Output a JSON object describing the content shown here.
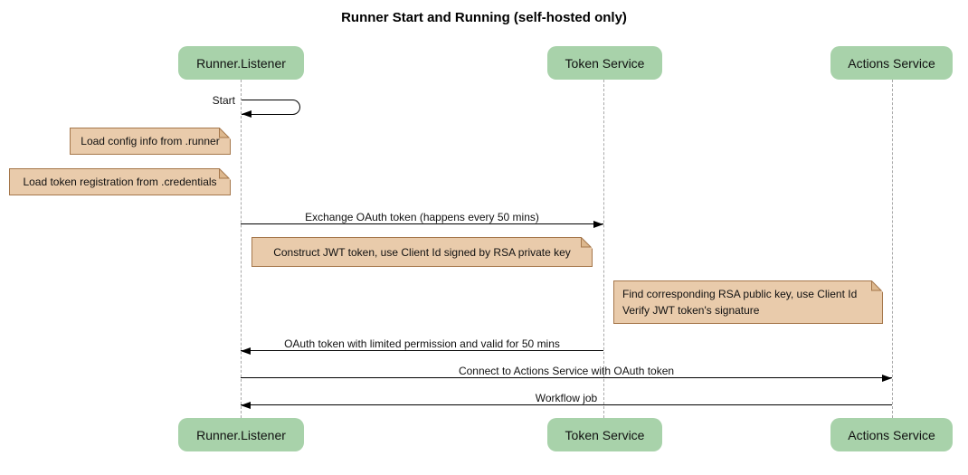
{
  "title": "Runner Start and Running (self-hosted only)",
  "participants": [
    {
      "name": "Runner.Listener"
    },
    {
      "name": "Token Service"
    },
    {
      "name": "Actions Service"
    }
  ],
  "messages": [
    {
      "label": "Start",
      "from": "Runner.Listener",
      "to": "Runner.Listener",
      "type": "self"
    },
    {
      "label": "Exchange OAuth token (happens every 50 mins)",
      "from": "Runner.Listener",
      "to": "Token Service"
    },
    {
      "label": "OAuth token with limited permission and valid for 50 mins",
      "from": "Token Service",
      "to": "Runner.Listener"
    },
    {
      "label": "Connect to Actions Service with OAuth token",
      "from": "Runner.Listener",
      "to": "Actions Service"
    },
    {
      "label": "Workflow job",
      "from": "Actions Service",
      "to": "Runner.Listener"
    }
  ],
  "notes": [
    {
      "lines": [
        "Load config info from .runner"
      ]
    },
    {
      "lines": [
        "Load token registration from .credentials"
      ]
    },
    {
      "lines": [
        "Construct JWT token, use Client Id signed by RSA private key"
      ]
    },
    {
      "lines": [
        "Find corresponding RSA public key, use Client Id",
        "Verify JWT token's signature"
      ]
    }
  ],
  "colors": {
    "participant_fill": "#a8d2aa",
    "note_fill": "#e9cbab",
    "note_border": "#a5774b",
    "note_fold_fill": "#ddb88e",
    "lifeline": "#a8a8a8",
    "arrow": "#000000"
  }
}
